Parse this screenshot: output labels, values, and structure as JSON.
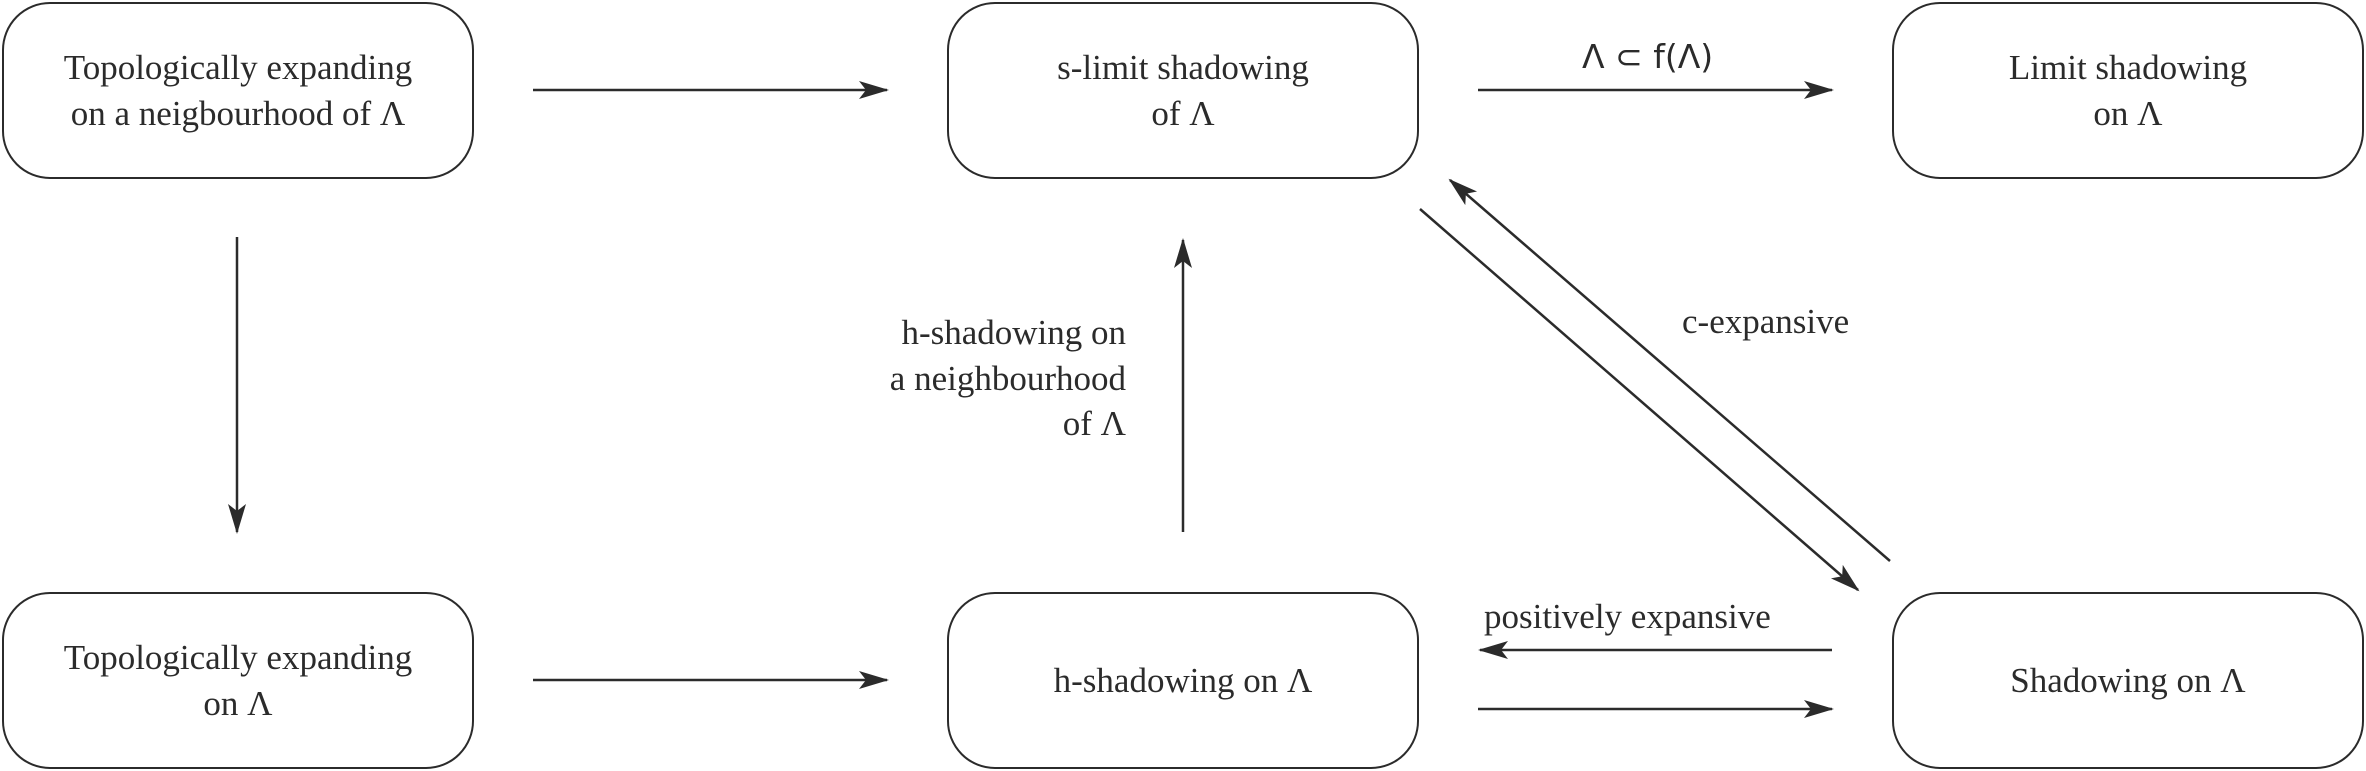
{
  "nodes": {
    "te_neigh": {
      "lines": [
        "Topologically expanding",
        "on a neigbourhood of Λ"
      ]
    },
    "s_limit": {
      "lines": [
        "s-limit shadowing",
        "of Λ"
      ]
    },
    "limit": {
      "lines": [
        "Limit shadowing",
        "on Λ"
      ]
    },
    "te_on": {
      "lines": [
        "Topologically expanding",
        "on Λ"
      ]
    },
    "h_shadow": {
      "lines": [
        "h-shadowing on Λ"
      ]
    },
    "shadow": {
      "lines": [
        "Shadowing on Λ"
      ]
    }
  },
  "edge_labels": {
    "subset": "Λ ⊂ f(Λ)",
    "h_neigh": [
      "h-shadowing on",
      "a neighbourhood",
      "of Λ"
    ],
    "c_exp": "c-expansive",
    "pos_exp": "positively expansive"
  }
}
